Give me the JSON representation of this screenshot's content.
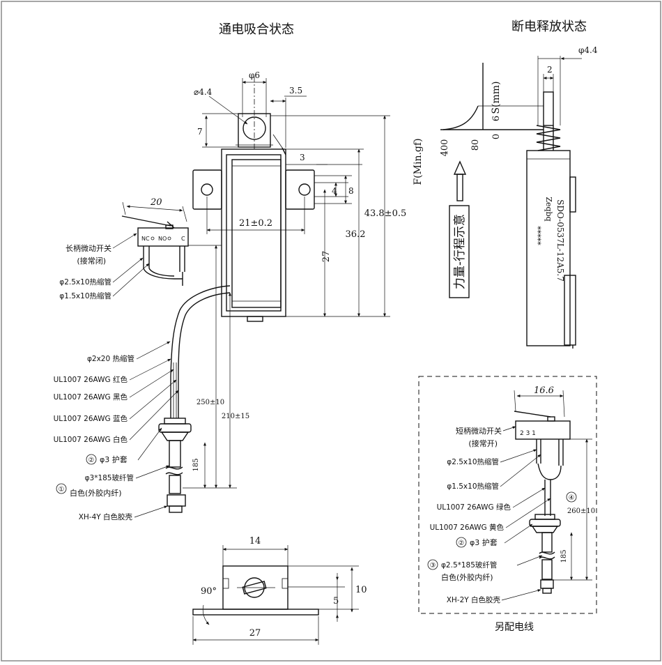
{
  "titles": {
    "energized_state": "通电吸合状态",
    "deenergized_state": "断电释放状态",
    "extra_wire": "另配电线"
  },
  "main_dims": {
    "phi6": "φ6",
    "phi44": "⌀4.4",
    "d35": "3.5",
    "d7": "7",
    "d3": "3",
    "d4": "4",
    "d8": "8",
    "d21": "21±0.2",
    "d27": "27",
    "d362": "36.2",
    "d438": "43.8±0.5",
    "d20": "20",
    "d250": "250±10",
    "d210": "210±15",
    "d185": "185"
  },
  "switch_main": {
    "nc": "NC",
    "no": "NO",
    "c": "C"
  },
  "left_labels": {
    "long_switch": "长柄微动开关",
    "nc_note": "(接常闭)",
    "tube25": "φ2.5x10热缩管",
    "tube15": "φ1.5x10热缩管",
    "tube2x20": "φ2x20 热缩管",
    "red": "UL1007 26AWG 红色",
    "black": "UL1007 26AWG 黑色",
    "blue": "UL1007 26AWG 蓝色",
    "white": "UL1007 26AWG 白色",
    "circle2": "②",
    "sheath": "φ3 护套",
    "fiber": "φ3*185玻纤管",
    "circle1": "①",
    "fiber_note": "白色(外胶内纤)",
    "housing": "XH-4Y 白色胶壳"
  },
  "right": {
    "phi44": "φ4.4",
    "d2": "2",
    "s_axis": "S(mm)",
    "f_axis": "F(Min.gf)",
    "f400": "400",
    "f80": "80",
    "s6": "6",
    "s0": "0",
    "stroke_note": "力量-行程示意",
    "model": "SDO-0537L-12A5.7",
    "brand": "Zeqbq",
    "stars": "*****"
  },
  "bottom": {
    "d14": "14",
    "d90": "90°",
    "d10": "10",
    "d5": "5",
    "d27": "27"
  },
  "box": {
    "d166": "16.6",
    "pins": "2   3   1",
    "short_switch": "短柄微动开关",
    "no_note": "(接常开)",
    "tube25": "φ2.5x10热缩管",
    "tube15": "φ1.5x10热缩管",
    "green": "UL1007 26AWG 绿色",
    "yellow": "UL1007 26AWG 黄色",
    "circle2": "②",
    "sheath": "φ3 护套",
    "circle3": "③",
    "fiber": "φ2.5*185玻纤管",
    "fiber_note": "白色(外胶内纤)",
    "housing": "XH-2Y 白色胶壳",
    "circle4": "④",
    "d260": "260±10",
    "d185": "185"
  }
}
